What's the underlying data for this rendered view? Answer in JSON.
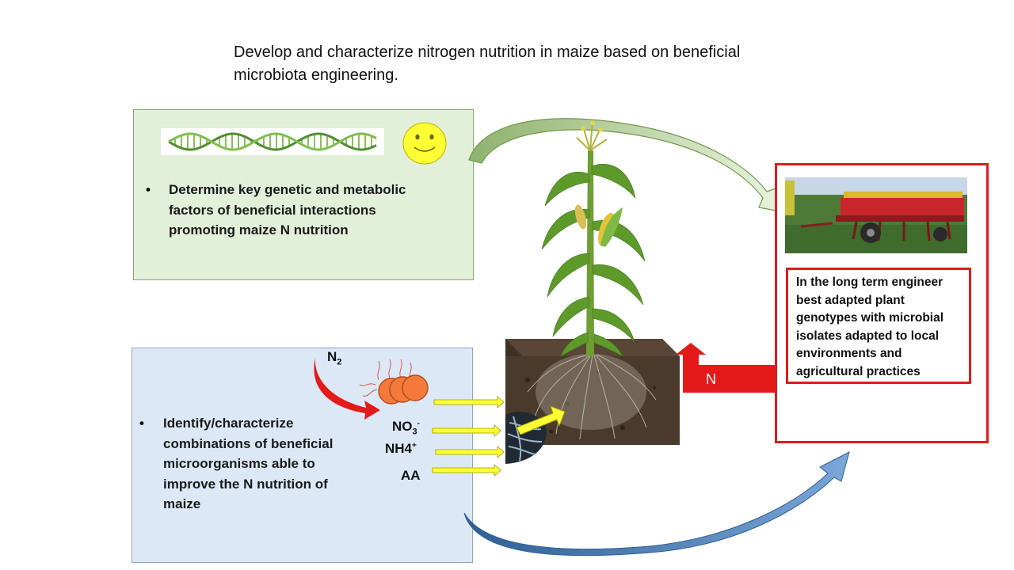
{
  "title": "Develop and characterize nitrogen nutrition in maize based on beneficial microbiota engineering.",
  "green_box": {
    "bullet": "•",
    "text": "Determine key genetic and metabolic factors of beneficial interactions promoting  maize N nutrition",
    "icons": [
      "dna-helix-icon",
      "smiley-face-icon"
    ]
  },
  "blue_box": {
    "bullet": "•",
    "text": "Identify/characterize combinations  of beneficial microorganisms  able to improve the N nutrition  of maize"
  },
  "inputs": {
    "n2": "N",
    "n2_sub": "2",
    "no3": "NO",
    "no3_sub": "3",
    "no3_sup": "-",
    "nh4": "NH4",
    "nh4_sup": "+",
    "aa": "AA"
  },
  "n_arrow_label": "N",
  "long_term_text": "In the long term engineer best adapted plant genotypes with microbial isolates adapted to local environments and agricultural practices",
  "colors": {
    "green_fill": "#e2efd9",
    "blue_fill": "#dce8f5",
    "red": "#e41a1a",
    "yellow_arrow": "#ffff33",
    "blue_arrow": "#4f81bd",
    "bacteria_orange": "#f4793a"
  }
}
